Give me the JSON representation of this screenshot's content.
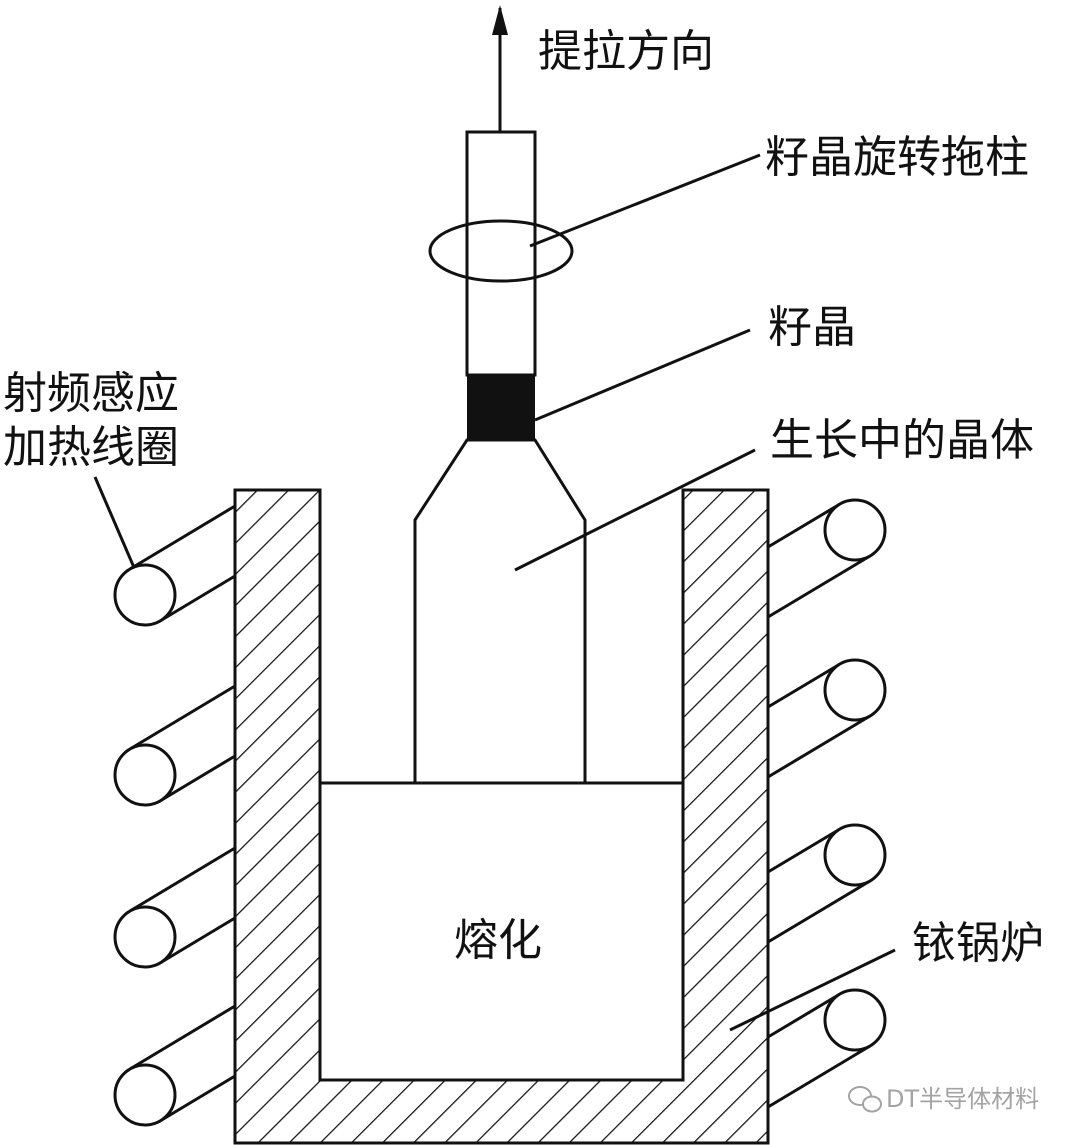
{
  "labels": {
    "pull_direction": "提拉方向",
    "seed_rotation_rod": "籽晶旋转拖柱",
    "seed_crystal": "籽晶",
    "growing_crystal": "生长中的晶体",
    "rf_coil_line1": "射频感应",
    "rf_coil_line2": "加热线圈",
    "melt": "熔化",
    "iridium_crucible": "铱锅炉"
  },
  "watermark": {
    "text": "DT半导体材料",
    "icon": "wechat-icon"
  },
  "colors": {
    "line": "#111111",
    "watermark": "#9a9a9a"
  }
}
